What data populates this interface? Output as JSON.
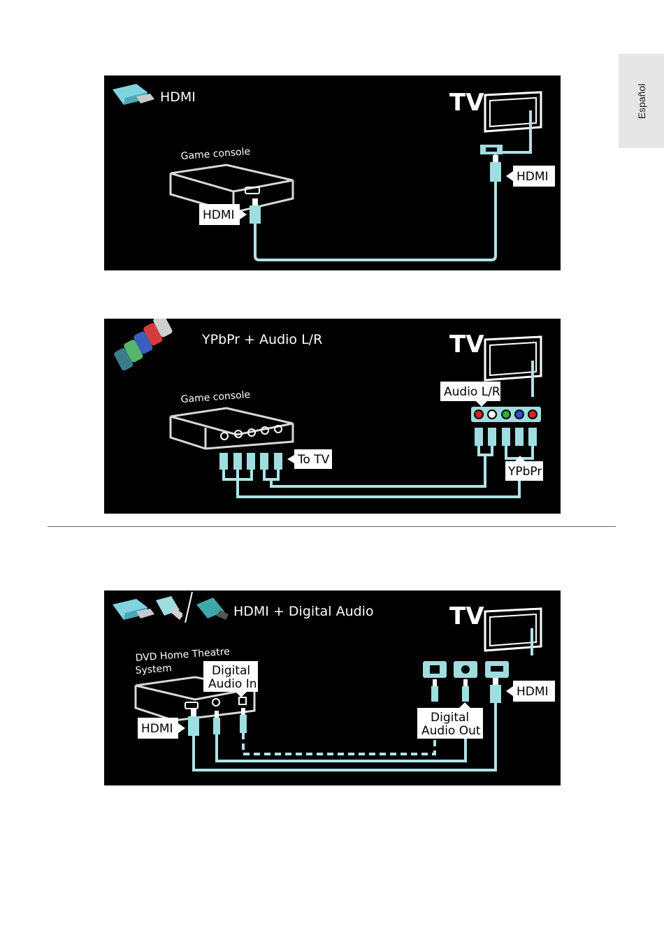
{
  "sidebar": {
    "language": "Español"
  },
  "panels": [
    {
      "title": "HDMI",
      "tv_label": "TV",
      "device": "Game console",
      "device_port_label": "HDMI",
      "tv_port_label": "HDMI"
    },
    {
      "title": "YPbPr + Audio L/R",
      "tv_label": "TV",
      "device": "Game console",
      "device_port_label": "To TV",
      "tv_audio_label": "Audio L/R",
      "tv_video_label": "YPbPr"
    },
    {
      "title": "HDMI + Digital Audio",
      "tv_label": "TV",
      "device_line1": "DVD Home Theatre",
      "device_line2": "System",
      "digital_in_line1": "Digital",
      "digital_in_line2": "Audio In",
      "device_hdmi_label": "HDMI",
      "tv_hdmi_label": "HDMI",
      "digital_out_line1": "Digital",
      "digital_out_line2": "Audio Out"
    }
  ],
  "colors": {
    "background": "#000000",
    "cable": "#aee3e6",
    "connector": "#9fdde0",
    "label_box": "#ffffff",
    "rca_red": "#e11f1f",
    "rca_green": "#1fb53a",
    "rca_blue": "#2b4fd8",
    "rca_white": "#ffffff"
  }
}
